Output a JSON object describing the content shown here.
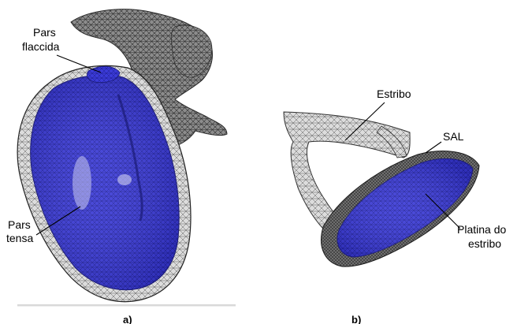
{
  "panel_a": {
    "label_pars_flaccida_line1": "Pars",
    "label_pars_flaccida_line2": "flaccida",
    "label_pars_tensa_line1": "Pars",
    "label_pars_tensa_line2": "tensa",
    "caption": "a)"
  },
  "panel_b": {
    "label_estribo": "Estribo",
    "label_sal": "SAL",
    "label_platina_line1": "Platina do",
    "label_platina_line2": "estribo",
    "caption": "b)"
  },
  "colors": {
    "mesh_blue": "#3a3ad6",
    "mesh_gray": "#9a9a9a",
    "mesh_dark": "#3c3c3c",
    "bone_light": "#d4d4d4"
  }
}
